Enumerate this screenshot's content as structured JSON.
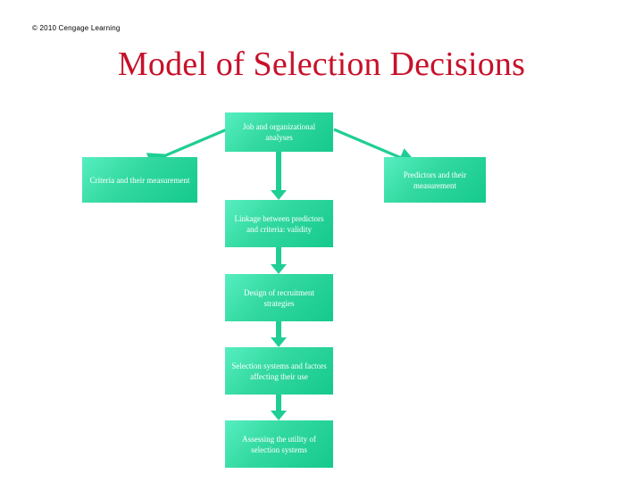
{
  "slide": {
    "copyright": "© 2010 Cengage Learning",
    "title": "Model of Selection Decisions",
    "title_color": "#C8102A",
    "background_color": "#FFFFFF",
    "box_fill_start": "#57EEC0",
    "box_fill_end": "#15C98C",
    "box_text_color": "#FFFFFF",
    "arrow_color": "#1FCE95"
  },
  "diagram": {
    "nodes": [
      {
        "id": "job",
        "label": "Job and organizational analyses"
      },
      {
        "id": "criteria",
        "label": "Criteria and their measurement"
      },
      {
        "id": "predictors",
        "label": "Predictors and their measurement"
      },
      {
        "id": "linkage",
        "label": "Linkage between predictors and criteria: validity"
      },
      {
        "id": "design",
        "label": "Design of recruitment strategies"
      },
      {
        "id": "systems",
        "label": "Selection systems and factors affecting their use"
      },
      {
        "id": "utility",
        "label": "Assessing the utility of selection systems"
      }
    ],
    "edges": [
      {
        "from": "job",
        "to": "criteria",
        "style": "diagonal-left"
      },
      {
        "from": "job",
        "to": "predictors",
        "style": "diagonal-right"
      },
      {
        "from": "job",
        "to": "linkage",
        "style": "vertical"
      },
      {
        "from": "linkage",
        "to": "design",
        "style": "vertical"
      },
      {
        "from": "design",
        "to": "systems",
        "style": "vertical"
      },
      {
        "from": "systems",
        "to": "utility",
        "style": "vertical"
      }
    ]
  }
}
